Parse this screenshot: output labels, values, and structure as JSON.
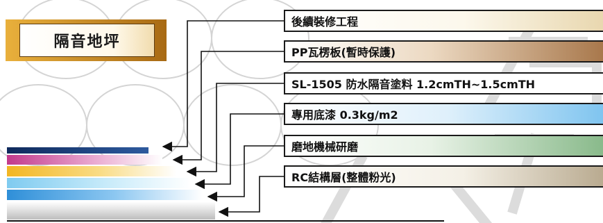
{
  "title": "隔音地坪",
  "layers": [
    {
      "label": "後續裝修工程"
    },
    {
      "label": "PP瓦楞板(暫時保護)"
    },
    {
      "label": "SL-1505 防水隔音塗料 1.2cmTH~1.5cmTH"
    },
    {
      "label": "專用底漆 0.3kg/m2"
    },
    {
      "label": "磨地機械研磨"
    },
    {
      "label": "RC結構層(整體粉光)"
    }
  ],
  "watermark": {
    "logo": "SL",
    "character": "傳"
  },
  "colors": {
    "title_frame": "#c98a22",
    "layer_navy": "#1f3f7a",
    "layer_magenta": "#c23a8c",
    "layer_yellow": "#f2b623",
    "layer_sky": "#8fd3f2",
    "layer_blue": "#2f8fd8",
    "layer_gray": "#c9c9c9"
  }
}
